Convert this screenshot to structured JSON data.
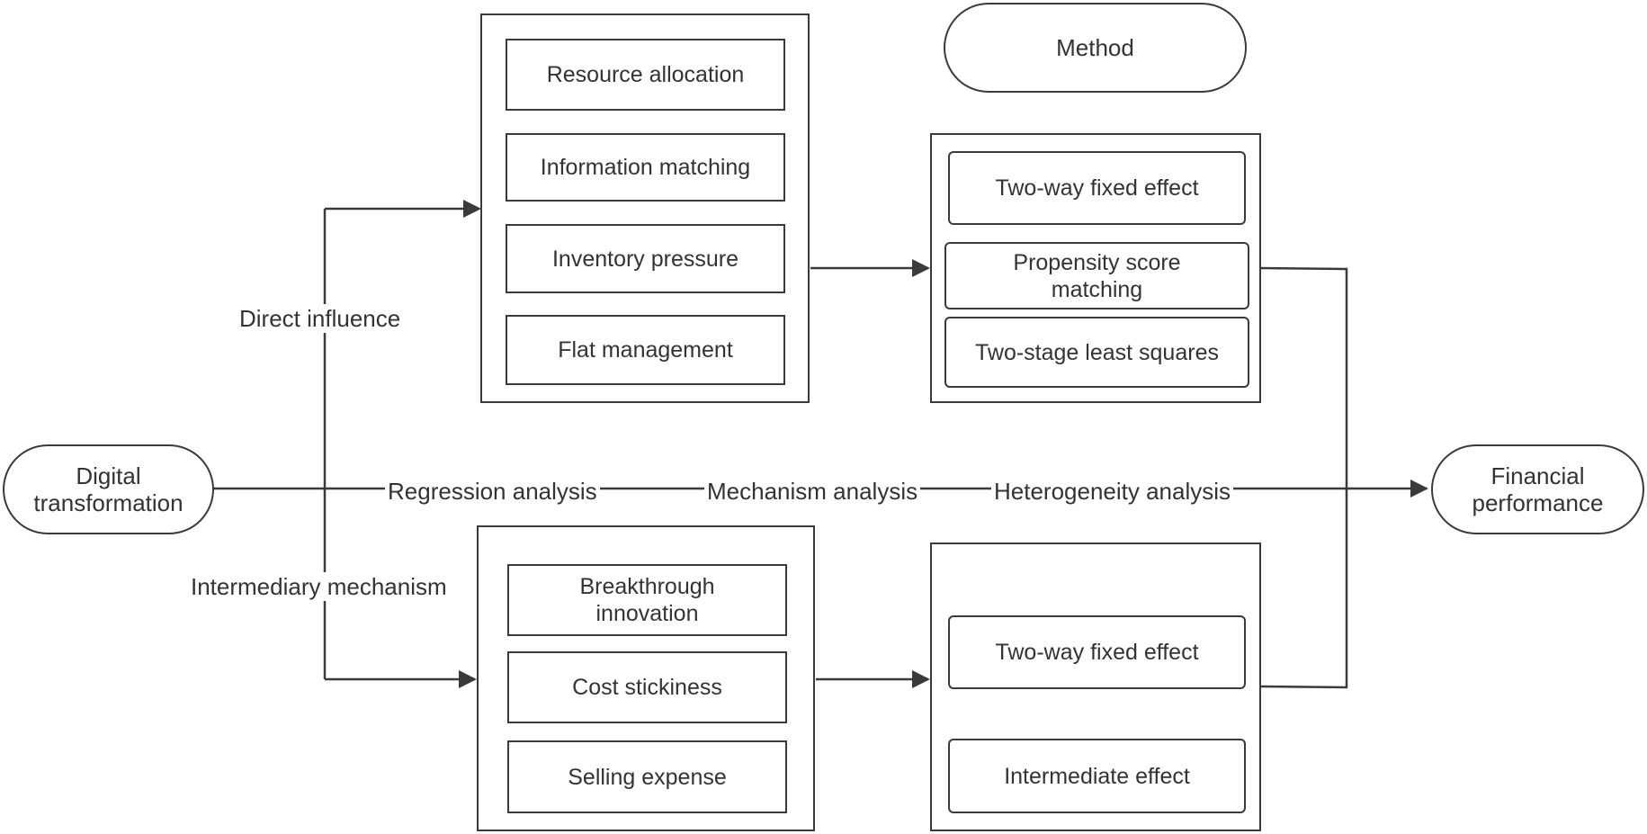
{
  "nodes": {
    "digital_transformation": "Digital\ntransformation",
    "financial_performance": "Financial\nperformance",
    "method": "Method"
  },
  "direct_group": {
    "items": [
      "Resource allocation",
      "Information matching",
      "Inventory pressure",
      "Flat management"
    ]
  },
  "direct_methods": {
    "items": [
      "Two-way fixed effect",
      "Propensity score matching",
      "Two-stage least squares"
    ]
  },
  "mechanism_group": {
    "items": [
      "Breakthrough innovation",
      "Cost stickiness",
      "Selling expense"
    ]
  },
  "mechanism_methods": {
    "items": [
      "Two-way fixed effect",
      "Intermediate effect"
    ]
  },
  "edge_labels": {
    "direct_influence": "Direct influence",
    "intermediary_mechanism": "Intermediary mechanism",
    "regression_analysis": "Regression analysis",
    "mechanism_analysis": "Mechanism analysis",
    "heterogeneity_analysis": "Heterogeneity analysis"
  },
  "colors": {
    "stroke": "#3a3a3a",
    "text": "#333333",
    "background": "#ffffff"
  }
}
